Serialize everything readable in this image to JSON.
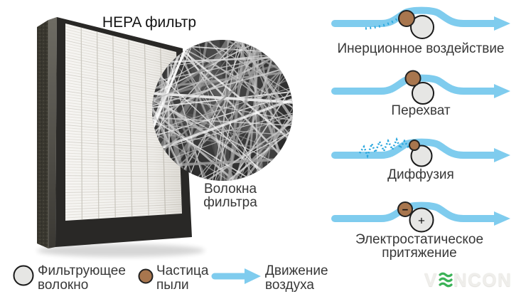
{
  "header": {
    "title": "HEPA фильтр"
  },
  "filter": {
    "inset_label": "Волокна фильтра"
  },
  "mechanisms": [
    {
      "label": "Инерционное воздействие"
    },
    {
      "label": "Перехват"
    },
    {
      "label": "Диффузия"
    },
    {
      "label": "Электростатическое притяжение"
    }
  ],
  "legend": [
    {
      "icon": "fiber-circle-icon",
      "label": "Фильтрующее волокно"
    },
    {
      "icon": "dust-particle-icon",
      "label": "Частица пыли"
    },
    {
      "icon": "air-arrow-icon",
      "label": "Движение воздуха"
    }
  ],
  "symbols": {
    "plus": "+",
    "minus": "−"
  },
  "watermark": {
    "brand_v": "V",
    "brand_rest": "NCON"
  },
  "colors": {
    "air_stream": "#7fccee",
    "trajectory_dots": "#2aa7de",
    "dust_particle": "#a8764e",
    "fiber": "#e6e6e4",
    "outline": "#1a1a1a",
    "brand_green": "#3bb257",
    "text": "#383838"
  }
}
